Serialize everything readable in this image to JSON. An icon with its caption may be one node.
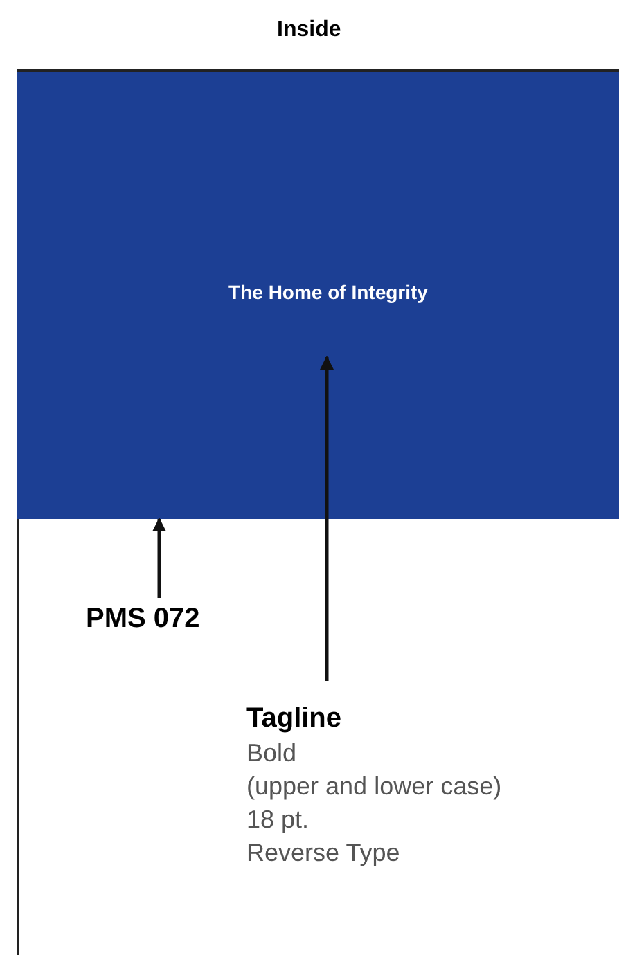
{
  "diagram": {
    "title": "Inside",
    "nodes": [
      {
        "text": [],
        "shape": "box"
      },
      {
        "text": [
          "The Home of Integrity"
        ],
        "in": 0
      },
      {
        "text": [
          "PMS 072"
        ]
      },
      {
        "text": [
          "Tagline",
          "Bold",
          "(upper and lower case)",
          "18 pt.",
          "Reverse Type"
        ]
      }
    ],
    "edges": [
      {
        "from": 2,
        "to": 0,
        "arrow": "to"
      },
      {
        "from": 3,
        "to": 1,
        "arrow": "to"
      }
    ]
  }
}
